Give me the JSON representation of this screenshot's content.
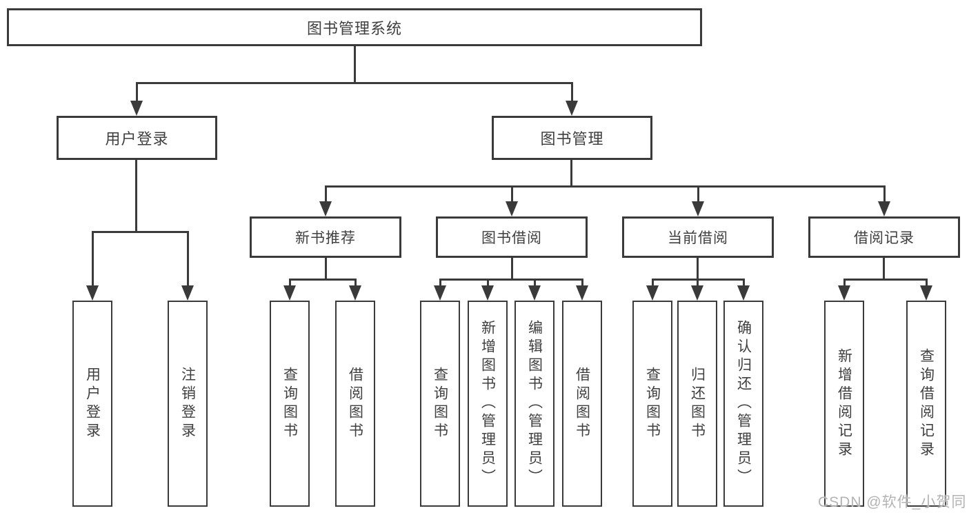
{
  "diagram": {
    "root": {
      "label": "图书管理系统"
    },
    "level2": [
      {
        "label": "用户登录"
      },
      {
        "label": "图书管理"
      }
    ],
    "level3": [
      {
        "label": "新书推荐"
      },
      {
        "label": "图书借阅"
      },
      {
        "label": "当前借阅"
      },
      {
        "label": "借阅记录"
      }
    ],
    "leaves": {
      "user_login": [
        {
          "label": "用户登录"
        },
        {
          "label": "注销登录"
        }
      ],
      "new_books": [
        {
          "label": "查询图书"
        },
        {
          "label": "借阅图书"
        }
      ],
      "book_borrow": [
        {
          "label": "查询图书"
        },
        {
          "label": "新增图书（管理员）"
        },
        {
          "label": "编辑图书（管理员）"
        },
        {
          "label": "借阅图书"
        }
      ],
      "current_borrow": [
        {
          "label": "查询图书"
        },
        {
          "label": "归还图书"
        },
        {
          "label": "确认归还（管理员）"
        }
      ],
      "borrow_records": [
        {
          "label": "新增借阅记录"
        },
        {
          "label": "查询借阅记录"
        }
      ]
    }
  },
  "watermark": {
    "text": "CSDN @软件_小贺同学"
  },
  "colors": {
    "line": "#3a3a3a",
    "text": "#3f3f3f",
    "watermark": "#b3b3b3",
    "background": "#ffffff"
  }
}
